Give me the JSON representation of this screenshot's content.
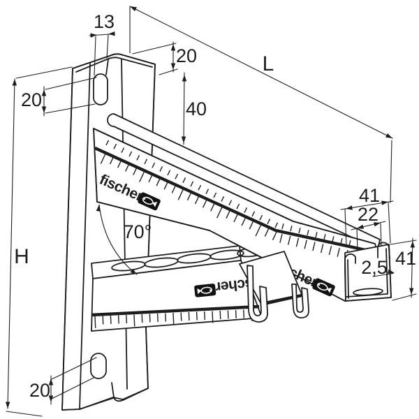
{
  "brand": {
    "logo_text": "fischer"
  },
  "dims": {
    "d13": "13",
    "d20_top": "20",
    "d20_upper": "20",
    "d40": "40",
    "dL": "L",
    "dH": "H",
    "d41_width": "41",
    "d22": "22",
    "d41_height": "41",
    "d2_5": "2,5",
    "d70": "70°",
    "d20_bottom": "20"
  },
  "colors": {
    "line": "#1d1d1b",
    "background": "#ffffff",
    "logo_badge": "#111111"
  }
}
